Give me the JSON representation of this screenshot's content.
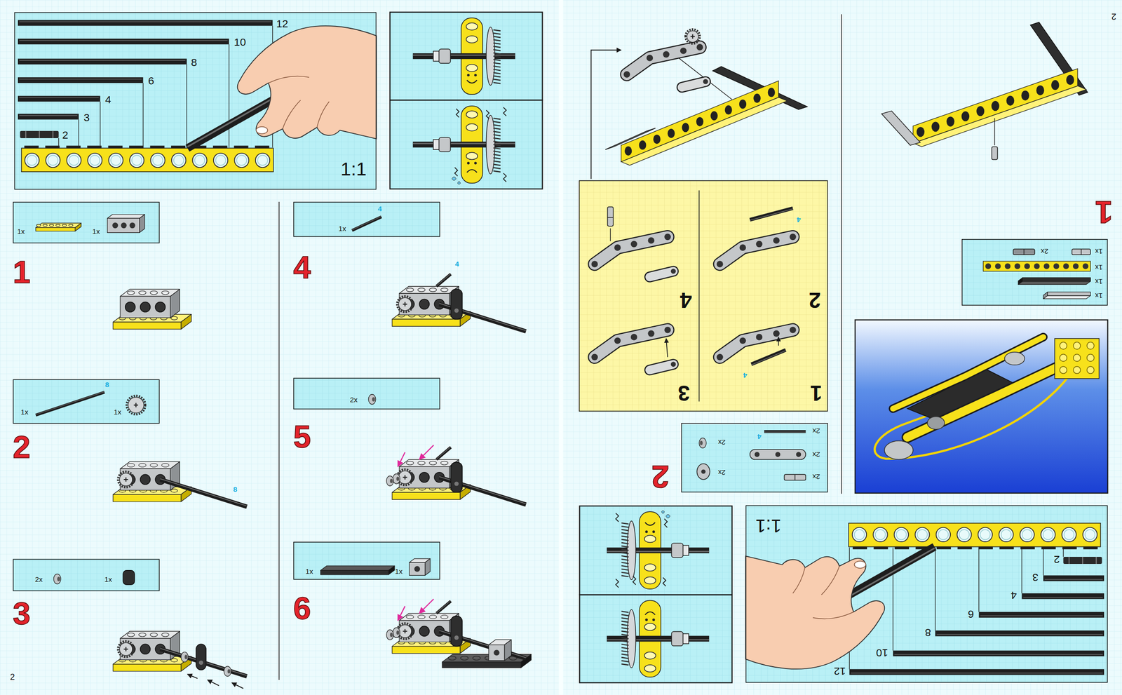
{
  "diagram": {
    "nodes": [
      {
        "text": [
          "12",
          "10",
          "8",
          "6",
          "4",
          "3",
          "2",
          "1:1"
        ]
      },
      {
        "text": [
          "1x",
          "1x"
        ]
      },
      {
        "text": [
          "8",
          "1x",
          "1x"
        ]
      },
      {
        "text": [
          "2x",
          "1x"
        ]
      },
      {
        "text": [
          "4",
          "1x"
        ]
      },
      {
        "text": [
          "2x"
        ]
      },
      {
        "text": [
          "1x",
          "1x"
        ]
      },
      {
        "text": [
          "12",
          "10",
          "8",
          "6",
          "4",
          "3",
          "2",
          "1:1"
        ]
      },
      {
        "text": [
          "1x",
          "1x",
          "1x",
          "1x",
          "2x"
        ]
      },
      {
        "text": [
          "2x",
          "2x",
          "2x",
          "2x",
          "4",
          "2x"
        ]
      },
      {
        "text": [
          "1",
          "3",
          "2",
          "4",
          "4",
          "4"
        ]
      }
    ],
    "labels": [
      "1",
      "2",
      "3",
      "4",
      "5",
      "6",
      "8",
      "4",
      "2",
      "1",
      "2",
      "2"
    ]
  }
}
